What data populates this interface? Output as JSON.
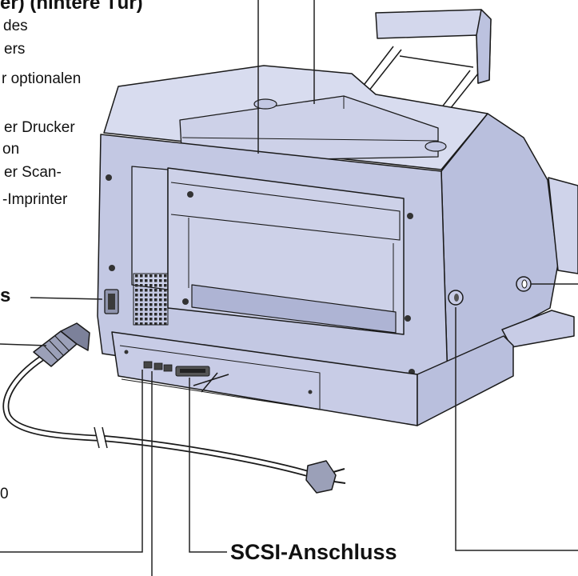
{
  "heading": "er) (hintere Tür)",
  "description": [
    "des",
    "ers",
    "r optionalen",
    "er Drucker",
    "on",
    "er Scan-",
    "-Imprinter"
  ],
  "labels": {
    "left_bold": "s",
    "left_small": "0",
    "bottom": "SCSI-Anschluss"
  },
  "colors": {
    "background": "#ffffff",
    "outline": "#1a1a1a",
    "body_top": "#d8dcef",
    "body_rear": "#c3c8e3",
    "body_side": "#b9bfdd"
  }
}
